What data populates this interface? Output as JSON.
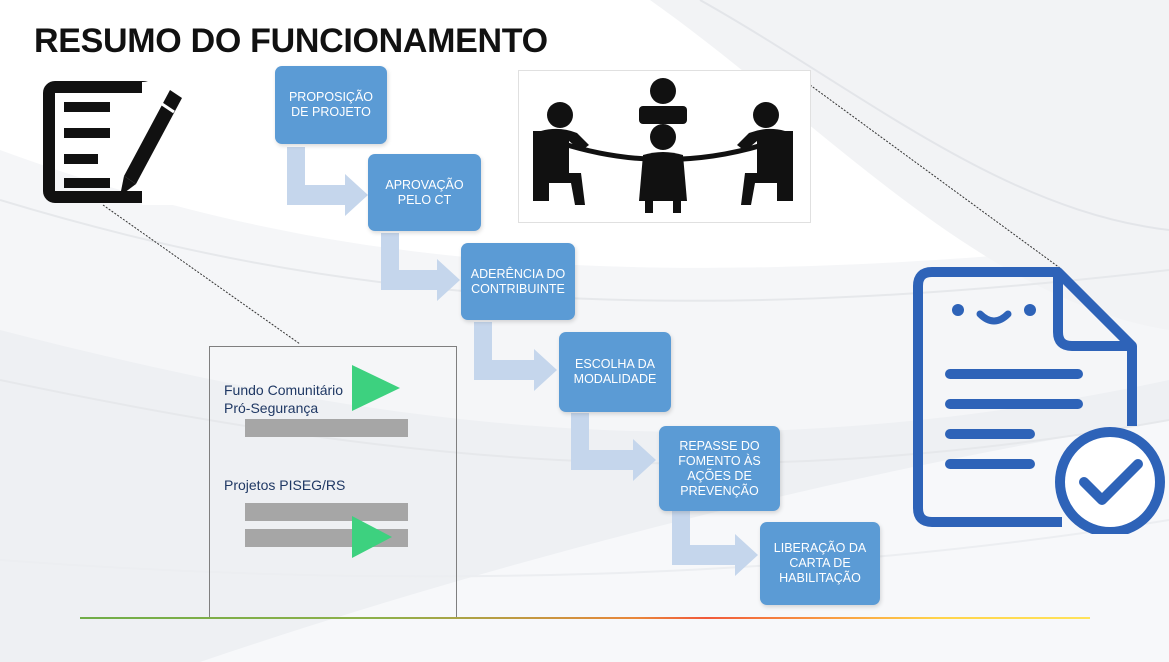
{
  "title": "RESUMO DO FUNCIONAMENTO",
  "steps": [
    {
      "lines": [
        "PROPOSIÇÃO",
        "DE PROJETO"
      ]
    },
    {
      "lines": [
        "APROVAÇÃO",
        "PELO CT"
      ]
    },
    {
      "lines": [
        "ADERÊNCIA DO",
        "CONTRIBUINTE"
      ]
    },
    {
      "lines": [
        "ESCOLHA DA",
        "MODALIDADE"
      ]
    },
    {
      "lines": [
        "REPASSE DO",
        "FOMENTO ÀS",
        "AÇÕES DE",
        "PREVENÇÃO"
      ]
    },
    {
      "lines": [
        "LIBERAÇÃO DA",
        "CARTA DE",
        "HABILITAÇÃO"
      ]
    }
  ],
  "panel": {
    "fund_label_line1": "Fundo Comunitário",
    "fund_label_line2": "Pró-Segurança",
    "projects_label": "Projetos PISEG/RS"
  },
  "icons": {
    "document_edit": "document-edit-icon",
    "meeting": "meeting-table-icon",
    "document_approved": "document-approved-icon"
  },
  "colors": {
    "step_fill": "#5b9bd5",
    "connector": "#c5d6ec",
    "play_arrow": "#3dd17f",
    "bar": "#a6a6a6",
    "doc_icon_stroke": "#2e63b8",
    "panel_text": "#1f3864"
  }
}
